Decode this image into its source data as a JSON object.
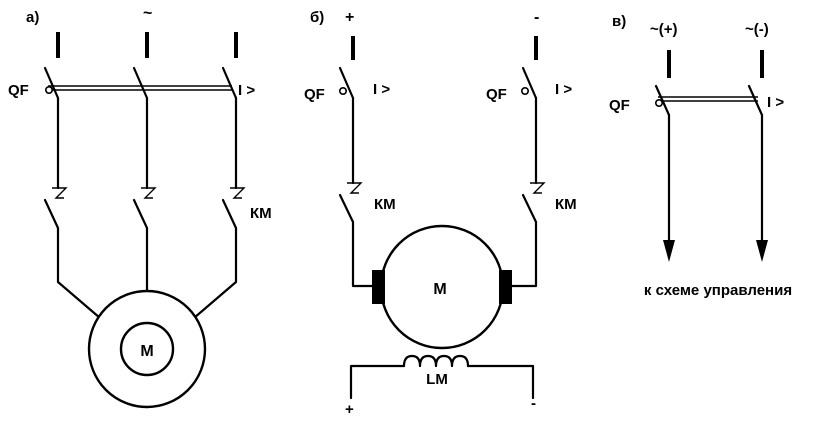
{
  "diagram_a": {
    "label": "а)",
    "supply": "~",
    "breaker": "QF",
    "trip": "I >",
    "contactor": "КМ",
    "motor": "М"
  },
  "diagram_b": {
    "label": "б)",
    "plus": "+",
    "minus": "-",
    "breaker_left": "QF",
    "trip_left": "I >",
    "breaker_right": "QF",
    "trip_right": "I >",
    "contactor_left": "КМ",
    "contactor_right": "КМ",
    "motor": "М",
    "field_winding": "LM",
    "field_plus": "+",
    "field_minus": "-"
  },
  "diagram_c": {
    "label": "в)",
    "supply_left": "~(+)",
    "supply_right": "~(-)",
    "breaker": "QF",
    "trip": "I >",
    "output": "к схеме управления"
  }
}
